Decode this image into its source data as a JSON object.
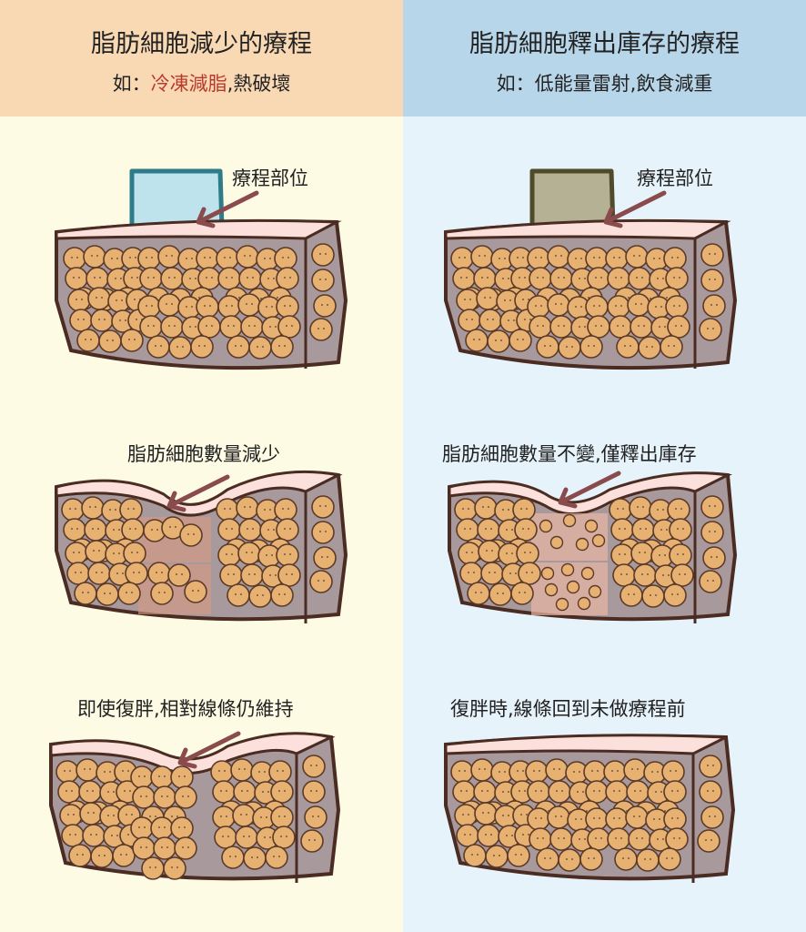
{
  "left": {
    "title": "脂肪細胞減少的療程",
    "example_prefix": "如：",
    "example_highlight": "冷凍減脂",
    "example_rest": ",熱破壞",
    "captions": [
      "療程部位",
      "脂肪細胞數量減少",
      "即使復胖,相對線條仍維持"
    ]
  },
  "right": {
    "title": "脂肪細胞釋出庫存的療程",
    "example": "如：低能量雷射,飲食減重",
    "captions": [
      "療程部位",
      "脂肪細胞數量不變,僅釋出庫存",
      "復胖時,線條回到未做療程前"
    ]
  },
  "colors": {
    "left_header": "#f9d9b4",
    "right_header": "#b8d6e9",
    "left_bg": "#fdfbe4",
    "right_bg": "#e7f3fb",
    "cold_device": "#bfe3ec",
    "laser_device": "#b4b194",
    "fat_cell": "#e7b172",
    "tissue": "#a8999d",
    "skin": "#fbe0dc",
    "arrow": "#8a4b4c"
  }
}
